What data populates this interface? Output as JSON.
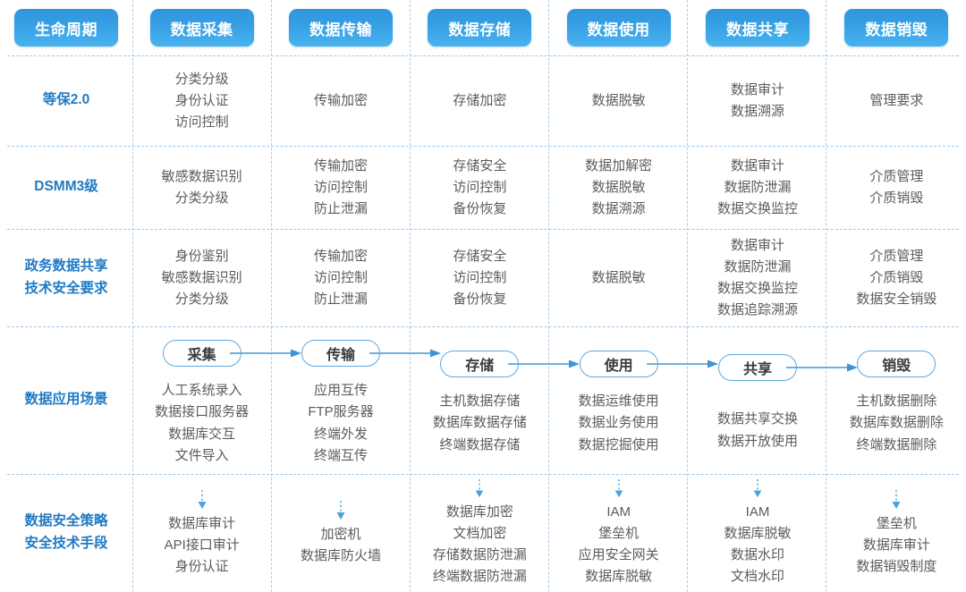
{
  "theme": {
    "chip_gradient_top": "#2f95dd",
    "chip_gradient_bottom": "#49b3ef",
    "row_label_color": "#1f7ac4",
    "divider_color": "#a9cdeb",
    "body_text_color": "#5c5c5c",
    "pill_border_color": "#5aa9e6",
    "arrow_color": "#58a6dd"
  },
  "header": {
    "columns": [
      {
        "label": "生命周期"
      },
      {
        "label": "数据采集"
      },
      {
        "label": "数据传输"
      },
      {
        "label": "数据存储"
      },
      {
        "label": "数据使用"
      },
      {
        "label": "数据共享"
      },
      {
        "label": "数据销毁"
      }
    ]
  },
  "rows": [
    {
      "label": "等保2.0",
      "label_lines": [
        "等保2.0"
      ],
      "cells": [
        [
          "分类分级",
          "身份认证",
          "访问控制"
        ],
        [
          "传输加密"
        ],
        [
          "存储加密"
        ],
        [
          "数据脱敏"
        ],
        [
          "数据审计",
          "数据溯源"
        ],
        [
          "管理要求"
        ]
      ]
    },
    {
      "label": "DSMM3级",
      "label_lines": [
        "DSMM3级"
      ],
      "cells": [
        [
          "敏感数据识别",
          "分类分级"
        ],
        [
          "传输加密",
          "访问控制",
          "防止泄漏"
        ],
        [
          "存储安全",
          "访问控制",
          "备份恢复"
        ],
        [
          "数据加解密",
          "数据脱敏",
          "数据溯源"
        ],
        [
          "数据审计",
          "数据防泄漏",
          "数据交换监控"
        ],
        [
          "介质管理",
          "介质销毁"
        ]
      ]
    },
    {
      "label": "政务数据共享技术安全要求",
      "label_lines": [
        "政务数据共享",
        "技术安全要求"
      ],
      "cells": [
        [
          "身份鉴别",
          "敏感数据识别",
          "分类分级"
        ],
        [
          "传输加密",
          "访问控制",
          "防止泄漏"
        ],
        [
          "存储安全",
          "访问控制",
          "备份恢复"
        ],
        [
          "数据脱敏"
        ],
        [
          "数据审计",
          "数据防泄漏",
          "数据交换监控",
          "数据追踪溯源"
        ],
        [
          "介质管理",
          "介质销毁",
          "数据安全销毁"
        ]
      ]
    },
    {
      "label": "数据应用场景",
      "label_lines": [
        "数据应用场景"
      ],
      "pills": [
        "采集",
        "传输",
        "存储",
        "使用",
        "共享",
        "销毁"
      ],
      "cells": [
        [
          "人工系统录入",
          "数据接口服务器",
          "数据库交互",
          "文件导入"
        ],
        [
          "应用互传",
          "FTP服务器",
          "终端外发",
          "终端互传"
        ],
        [
          "主机数据存储",
          "数据库数据存储",
          "终端数据存储"
        ],
        [
          "数据运维使用",
          "数据业务使用",
          "数据挖掘使用"
        ],
        [
          "数据共享交换",
          "数据开放使用"
        ],
        [
          "主机数据删除",
          "数据库数据删除",
          "终端数据删除"
        ]
      ]
    },
    {
      "label": "数据安全策略安全技术手段",
      "label_lines": [
        "数据安全策略",
        "安全技术手段"
      ],
      "cells": [
        [
          "数据库审计",
          "API接口审计",
          "身份认证"
        ],
        [
          "加密机",
          "数据库防火墙"
        ],
        [
          "数据库加密",
          "文档加密",
          "存储数据防泄漏",
          "终端数据防泄漏"
        ],
        [
          "IAM",
          "堡垒机",
          "应用安全网关",
          "数据库脱敏"
        ],
        [
          "IAM",
          "数据库脱敏",
          "数据水印",
          "文档水印"
        ],
        [
          "堡垒机",
          "数据库审计",
          "数据销毁制度"
        ]
      ]
    }
  ]
}
